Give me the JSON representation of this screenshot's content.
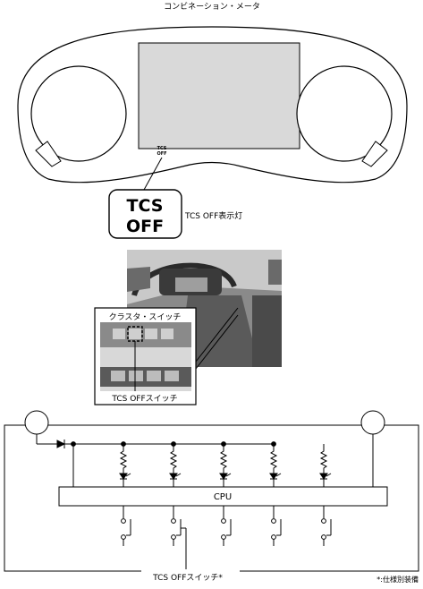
{
  "meter": {
    "title": "コンビネーション・メータ",
    "small_icon": {
      "line1": "TCS",
      "line2": "OFF"
    },
    "callout": {
      "line1": "TCS",
      "line2": "OFF"
    },
    "indicator_label": "TCS OFF表示灯"
  },
  "switch_photo": {
    "cluster_label": "クラスタ・スイッチ",
    "switch_label": "TCS OFFスイッチ"
  },
  "circuit": {
    "cpu_label": "CPU",
    "switch_caption": "TCS OFFスイッチ*",
    "footnote": "*:仕様別装備"
  },
  "colors": {
    "line": "#000000",
    "display_fill": "#d9d9d9",
    "photo_dark": "#3a3a3a",
    "photo_mid": "#8a8a8a",
    "photo_light": "#d8d8d8"
  }
}
